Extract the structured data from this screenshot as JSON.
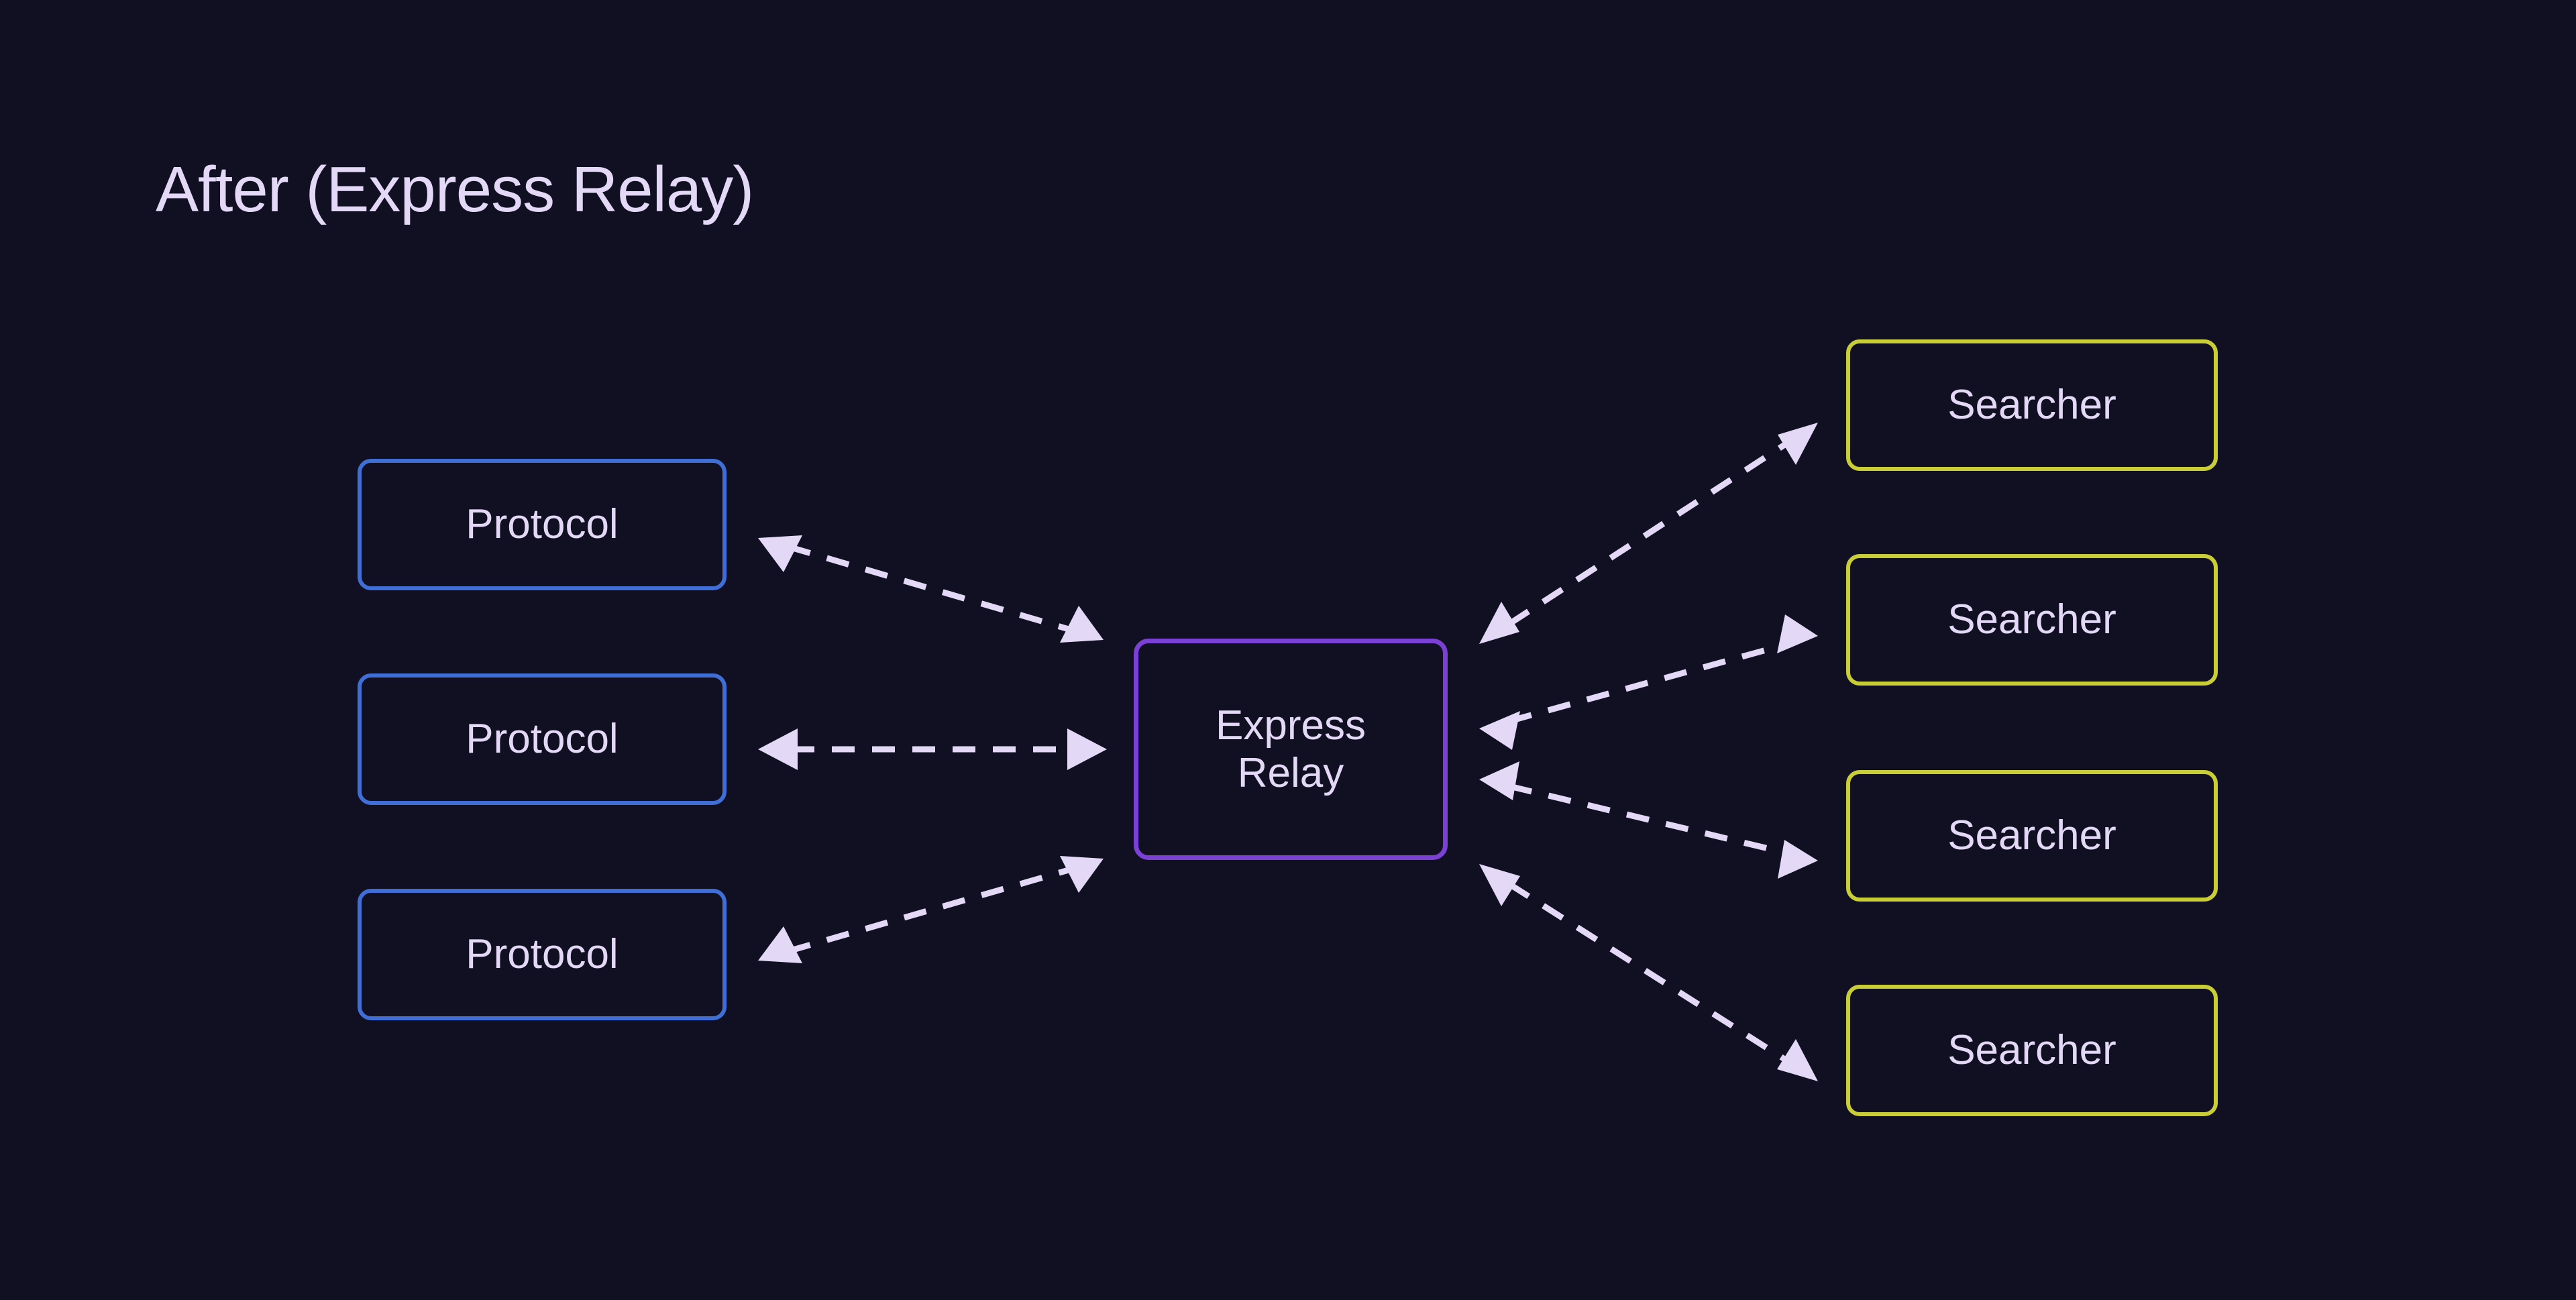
{
  "page": {
    "title": "After (Express Relay)",
    "background_color": "#110f22",
    "text_color": "#e3d9f7"
  },
  "colors": {
    "background": "#110f22",
    "text": "#e3d9f7",
    "protocol_border": "#3f6fd6",
    "relay_border": "#7b40d4",
    "searcher_border": "#c9cd36",
    "arrow": "#e3d9f7"
  },
  "diagram": {
    "type": "hub-and-spoke",
    "left_nodes": [
      {
        "label": "Protocol"
      },
      {
        "label": "Protocol"
      },
      {
        "label": "Protocol"
      }
    ],
    "center_node": {
      "label_line1": "Express",
      "label_line2": "Relay"
    },
    "right_nodes": [
      {
        "label": "Searcher"
      },
      {
        "label": "Searcher"
      },
      {
        "label": "Searcher"
      },
      {
        "label": "Searcher"
      }
    ],
    "edges": [
      {
        "from": "Protocol 1",
        "to": "Express Relay",
        "style": "dashed",
        "direction": "bidirectional"
      },
      {
        "from": "Protocol 2",
        "to": "Express Relay",
        "style": "dashed",
        "direction": "bidirectional"
      },
      {
        "from": "Protocol 3",
        "to": "Express Relay",
        "style": "dashed",
        "direction": "bidirectional"
      },
      {
        "from": "Express Relay",
        "to": "Searcher 1",
        "style": "dashed",
        "direction": "bidirectional"
      },
      {
        "from": "Express Relay",
        "to": "Searcher 2",
        "style": "dashed",
        "direction": "bidirectional"
      },
      {
        "from": "Express Relay",
        "to": "Searcher 3",
        "style": "dashed",
        "direction": "bidirectional"
      },
      {
        "from": "Express Relay",
        "to": "Searcher 4",
        "style": "dashed",
        "direction": "bidirectional"
      }
    ]
  }
}
